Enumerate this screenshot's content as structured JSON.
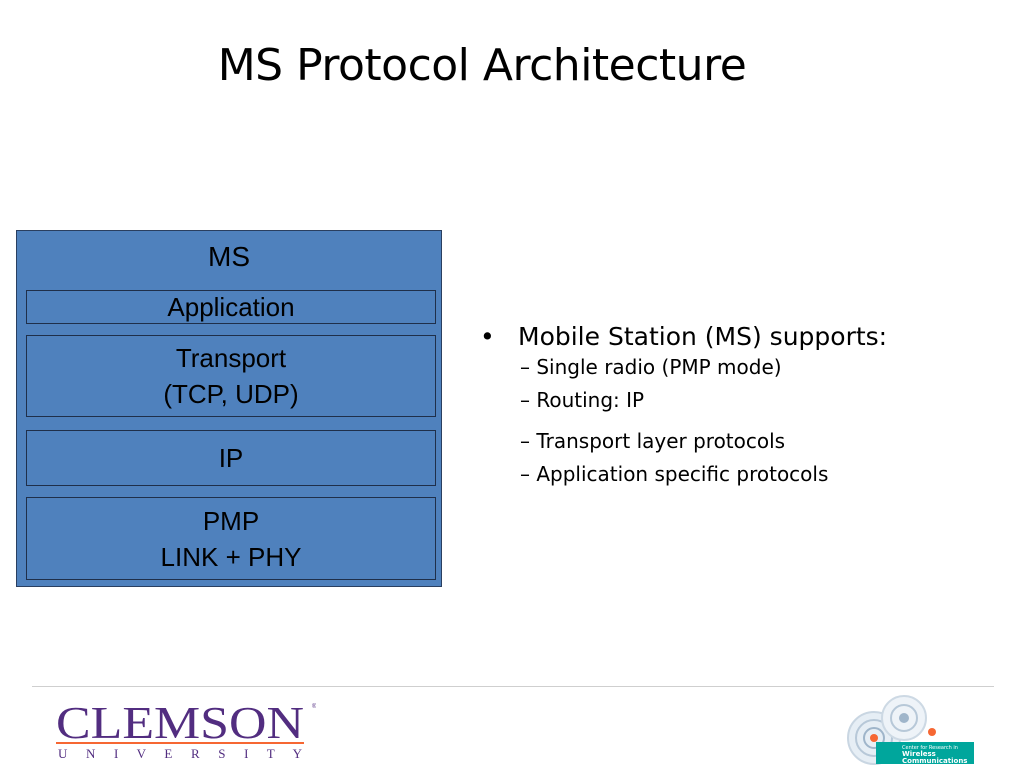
{
  "slide": {
    "title": "MS Protocol Architecture"
  },
  "stack": {
    "heading": "MS",
    "layers": [
      {
        "line1": "Application",
        "line2": ""
      },
      {
        "line1": "Transport",
        "line2": "(TCP, UDP)"
      },
      {
        "line1": "IP",
        "line2": ""
      },
      {
        "line1": "PMP",
        "line2": "LINK + PHY"
      }
    ],
    "fill_color": "#4f81bd"
  },
  "bullets": {
    "main": "Mobile Station (MS) supports:",
    "subs": [
      "– Single radio (PMP mode)",
      "– Routing: IP",
      "– Transport layer protocols",
      "– Application specific protocols"
    ]
  },
  "footer": {
    "left_logo_text": "CLEMSON",
    "left_logo_subtext": "U N I V E R S I T Y",
    "right_logo_text_1": "Center for Research in",
    "right_logo_text_2": "Wireless",
    "right_logo_text_3": "Communications",
    "brand_purple": "#522d80",
    "brand_orange": "#f66733",
    "brand_teal": "#00a69c"
  }
}
